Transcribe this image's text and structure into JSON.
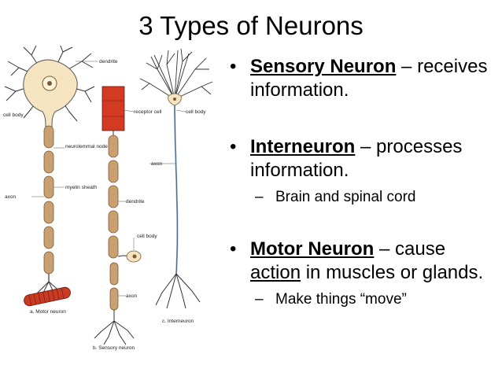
{
  "title": "3 Types of Neurons",
  "bullets": [
    {
      "term": "Sensory Neuron",
      "rest": " – receives information."
    },
    {
      "term": "Interneuron",
      "rest": " – processes information.",
      "sub": "Brain and spinal cord"
    },
    {
      "term": "Motor Neuron",
      "rest_a": " – cause ",
      "underlined": "action",
      "rest_b": " in muscles or glands.",
      "sub": "Make things “move”"
    }
  ],
  "bullet_glyph": "•",
  "sub_glyph": "–",
  "figure_labels": {
    "dendrite_top": "dendrite",
    "cell_body_left": "cell body",
    "receptor_cell": "receptor cell",
    "cell_body_right": "cell body",
    "neurolemmal_node": "neurolemmal node",
    "axon_mid": "axon",
    "myelin_sheath": "myelin sheath",
    "axon_left": "axon",
    "dendrite_mid": "dendrite",
    "cell_body_mid": "cell body",
    "axon_low": "axon",
    "caption_a": "a. Motor neuron",
    "caption_b": "b. Sensory neuron",
    "caption_c": "c. Interneuron"
  },
  "colors": {
    "cell": "#f6e3c0",
    "myelin": "#c8a072",
    "muscle": "#c83a22",
    "receptor": "#d23a22",
    "line": "#333333",
    "axon_blue": "#7da3c8"
  }
}
